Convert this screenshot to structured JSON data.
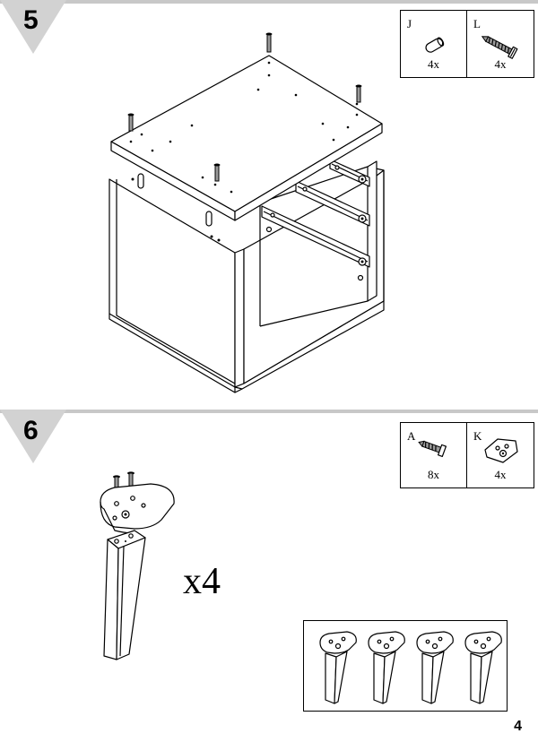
{
  "steps": [
    {
      "number": "5",
      "parts": [
        {
          "letter": "J",
          "qty": "4x",
          "icon": "dowel-icon"
        },
        {
          "letter": "L",
          "qty": "4x",
          "icon": "screw-icon"
        }
      ]
    },
    {
      "number": "6",
      "parts": [
        {
          "letter": "A",
          "qty": "8x",
          "icon": "screw-icon"
        },
        {
          "letter": "K",
          "qty": "4x",
          "icon": "leg-plate-icon"
        }
      ],
      "multiplier": "x4"
    }
  ],
  "page_number": "4",
  "colors": {
    "step_badge": "#d2d2d2",
    "step_bar": "#c8c8c8",
    "line": "#000000"
  }
}
